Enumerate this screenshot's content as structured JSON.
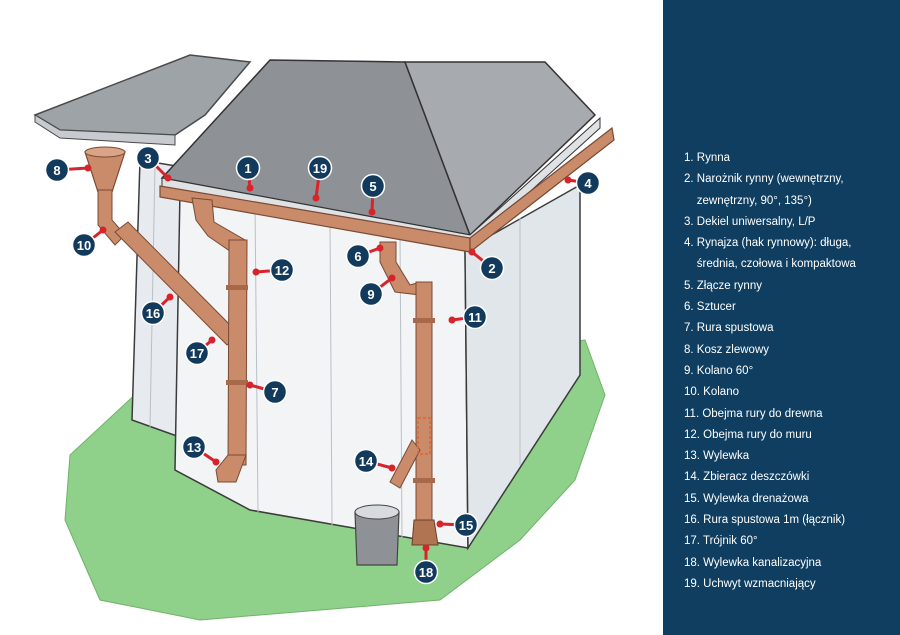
{
  "colors": {
    "panel": "#0f3e60",
    "marker": "#123a5c",
    "pointer": "#d8232a",
    "gutter": "#c98b6a",
    "roof": "#8e9296",
    "wall": "#eef1f4",
    "grass": "#8fd08a"
  },
  "markers": [
    "1",
    "2",
    "3",
    "4",
    "5",
    "6",
    "7",
    "8",
    "9",
    "10",
    "11",
    "12",
    "13",
    "14",
    "15",
    "16",
    "17",
    "18",
    "19"
  ],
  "legend": [
    "1. Rynna",
    "2. Narożnik rynny (wewnętrzny,",
    "    zewnętrzny, 90°, 135°)",
    "3. Dekiel uniwersalny, L/P",
    "4. Rynajza (hak rynnowy): długa,",
    "    średnia, czołowa i kompaktowa",
    "5. Złącze rynny",
    "6. Sztucer",
    "7. Rura spustowa",
    "8. Kosz zlewowy",
    "9. Kolano 60°",
    "10. Kolano",
    "11. Obejma rury do drewna",
    "12. Obejma rury do muru",
    "13. Wylewka",
    "14. Zbieracz deszczówki",
    "15. Wylewka drenażowa",
    "16. Rura spustowa 1m (łącznik)",
    "17. Trójnik 60°",
    "18. Wylewka kanalizacyjna",
    "19. Uchwyt wzmacniający"
  ]
}
